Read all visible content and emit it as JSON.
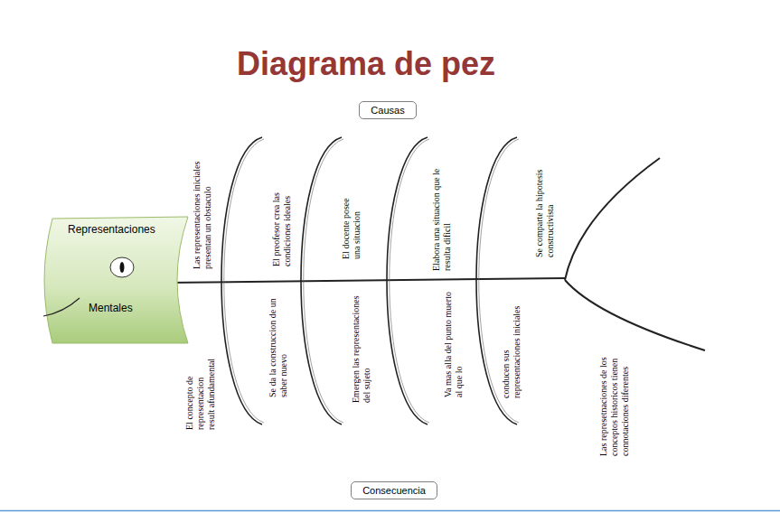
{
  "diagram": {
    "title": "Diagrama de pez",
    "nodes": [
      {
        "text": [
          "Causas"
        ]
      },
      {
        "text": [
          "Representaciones",
          "Mentales"
        ]
      },
      {
        "text": [
          "Consecuencia"
        ]
      }
    ],
    "labels": [
      "Las representaciones iniciales presentan un obstaculo",
      "El preofesor crea las condiciones ideales",
      "El docente posee una situacion",
      "Elabora una situacion que le resulta dificil",
      "Se comparte la hipotesis constructivista",
      "El concepto de representacion result afundamental",
      "Se da la construccion de un saber nuevo",
      "Emergen las representaciones del sujeto",
      "Va mas alla del punto muerto al que lo",
      "conducen sus representaciones iniciales",
      "Las represetnaciones de los conceptos historicos tienen connotaciones diferentes"
    ]
  }
}
